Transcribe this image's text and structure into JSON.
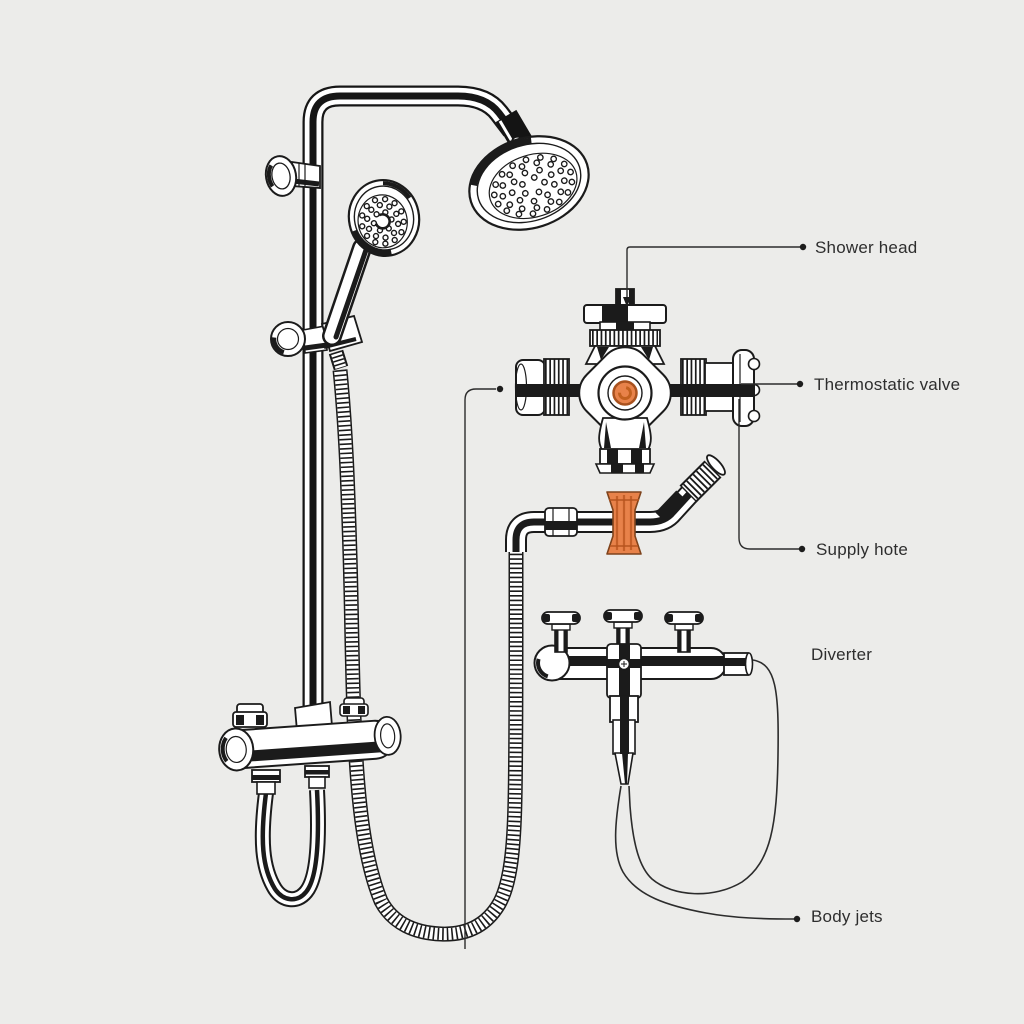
{
  "diagram": {
    "background_color": "#ececea",
    "line_color": "#1b1b1b",
    "accent_color": "#e8824a",
    "accent_dark": "#c2601f",
    "label_color": "#2e2e2e",
    "labels": {
      "shower_head": "Shower head",
      "thermostatic_valve": "Thermostatic valve",
      "supply_hose": "Supply hote",
      "diverter": "Diverter",
      "body_jets": "Body jets"
    }
  }
}
